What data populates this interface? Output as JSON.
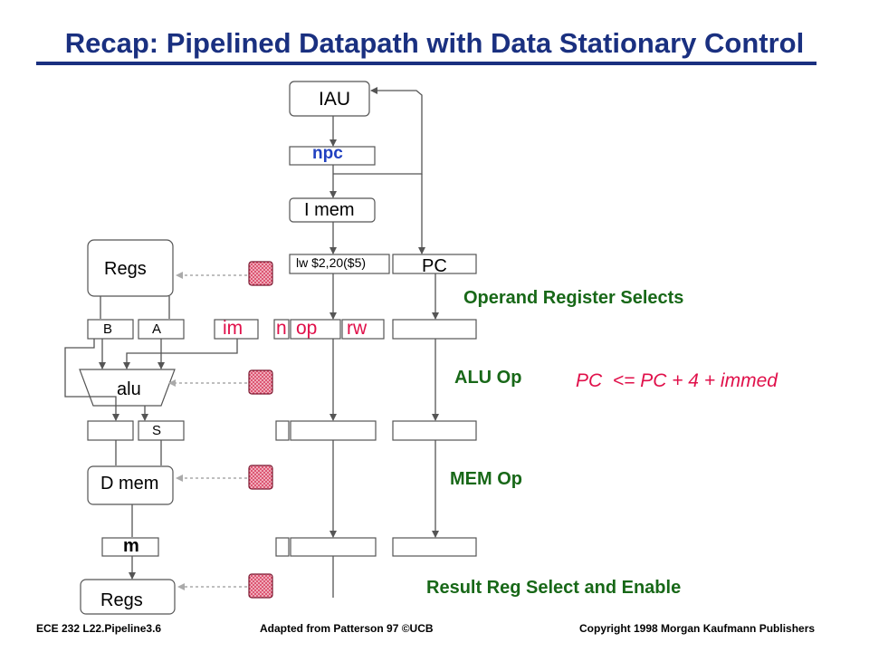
{
  "title": "Recap: Pipelined Datapath with Data Stationary Control",
  "blocks": {
    "iau": "IAU",
    "npc": "npc",
    "imem": "I mem",
    "instr": "lw $2,20($5)",
    "pc": "PC",
    "regs_top": "Regs",
    "b": "B",
    "a": "A",
    "alu": "alu",
    "s": "S",
    "dmem": "D mem",
    "m": "m",
    "regs_bottom": "Regs"
  },
  "fields": {
    "im": "im",
    "n": "n",
    "op": "op",
    "rw": "rw"
  },
  "stage_labels": {
    "operand": "Operand Register Selects",
    "alu_op": "ALU Op",
    "mem_op": "MEM Op",
    "result": "Result Reg Select and Enable"
  },
  "equation": "PC  <= PC + 4 + immed",
  "colors": {
    "title": "#1a3080",
    "stage_label": "#186818",
    "field": "#e0104a",
    "npc": "#2040c0",
    "control_box": "#cc3355"
  },
  "footer": {
    "left": "ECE 232  L22.Pipeline3.6",
    "center": "Adapted from Patterson 97 ©UCB",
    "right": "Copyright 1998 Morgan Kaufmann Publishers"
  }
}
